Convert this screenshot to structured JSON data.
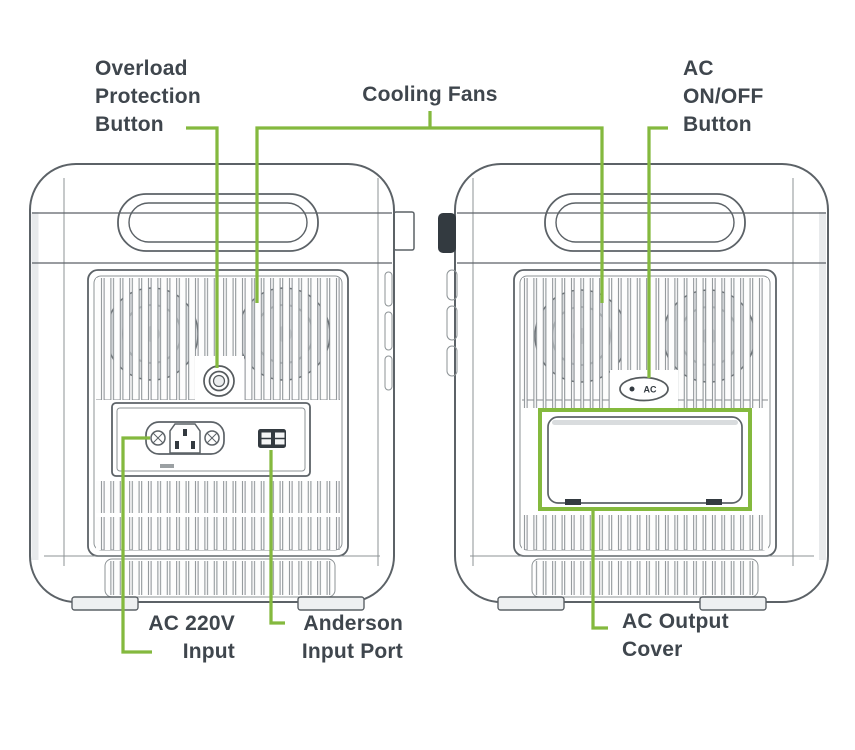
{
  "colors": {
    "accent": "#84b93e",
    "line": "#5c6267",
    "text": "#3f464d",
    "dark": "#333a40"
  },
  "diagram": {
    "type": "product-callout-diagram",
    "subject": "portable power station rear views",
    "labels": {
      "overload": "Overload\nProtection\nButton",
      "cooling_fans": "Cooling Fans",
      "ac_onoff": "AC\nON/OFF\nButton",
      "ac_input": "AC 220V\nInput",
      "anderson": "Anderson\nInput Port",
      "ac_output_cover": "AC Output\nCover"
    },
    "right_unit": {
      "ac_button_label": "AC"
    }
  }
}
